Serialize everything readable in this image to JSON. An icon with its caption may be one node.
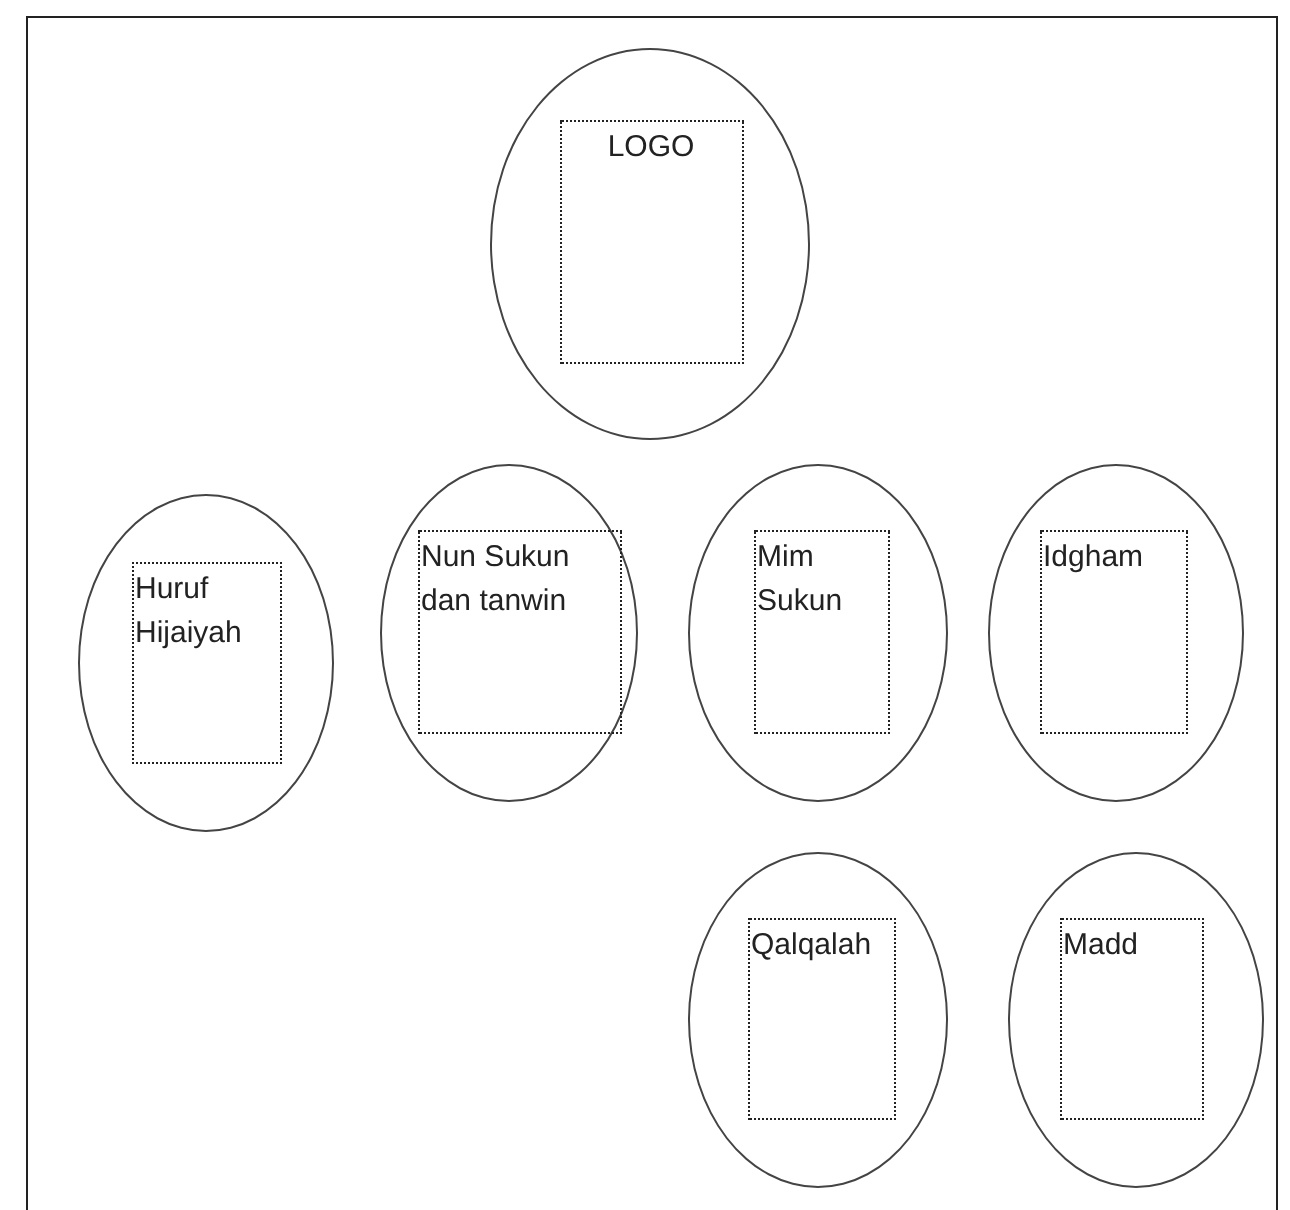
{
  "diagram": {
    "nodes": [
      {
        "text": [],
        "shape": "circle"
      },
      {
        "text": [
          "LOGO"
        ],
        "in": 0
      },
      {
        "text": [],
        "shape": "circle"
      },
      {
        "text": [
          "Huruf Hijaiyah"
        ],
        "in": 2
      },
      {
        "text": [],
        "shape": "circle"
      },
      {
        "text": [
          "Nun Sukun dan tanwin"
        ],
        "in": 4
      },
      {
        "text": [],
        "shape": "circle"
      },
      {
        "text": [
          "Mim Sukun"
        ],
        "in": 6
      },
      {
        "text": [],
        "shape": "circle"
      },
      {
        "text": [
          "Idgham"
        ],
        "in": 8
      },
      {
        "text": [],
        "shape": "circle"
      },
      {
        "text": [
          "Qalqalah"
        ],
        "in": 10
      },
      {
        "text": [],
        "shape": "circle"
      },
      {
        "text": [
          "Madd"
        ],
        "in": 12
      }
    ],
    "edges": []
  }
}
